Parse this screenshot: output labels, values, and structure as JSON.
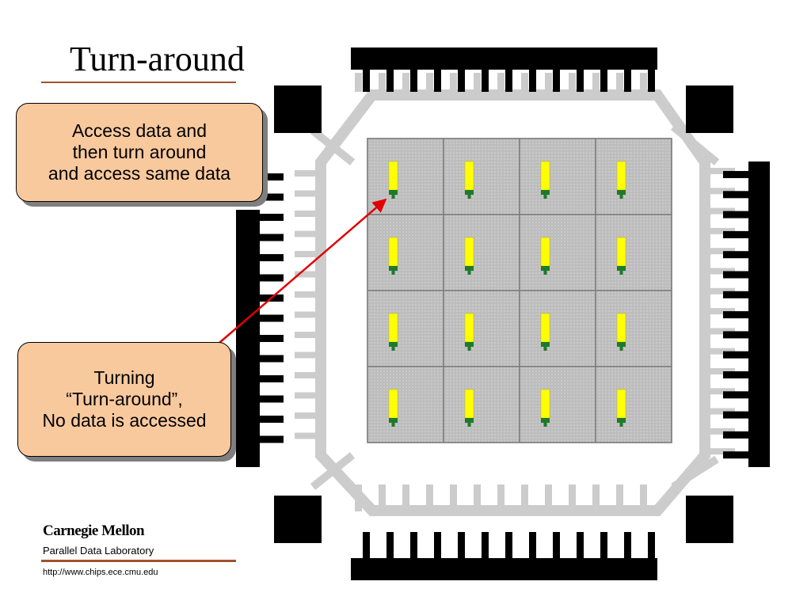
{
  "slide": {
    "title": "Turn-around"
  },
  "callouts": [
    {
      "lines": [
        "Access data and",
        "then turn around",
        "and access same data"
      ]
    },
    {
      "lines": [
        "Turning",
        "“Turn-around”,",
        "No data is accessed"
      ]
    }
  ],
  "footer": {
    "brand": "Carnegie Mellon",
    "lab": "Parallel Data Laboratory",
    "url": "http://www.chips.ece.cmu.edu"
  },
  "diagram": {
    "rows": 4,
    "cols": 4,
    "colors": {
      "pins": "#000000",
      "traces": "#cccccc",
      "grid": "#bdbdbd",
      "grid_lines": "#808080",
      "head_body": "#ffff00",
      "head_tip": "#1e7a2a",
      "arrow": "#e00000",
      "rule": "#a0522d",
      "callout_fill": "#f9c99e",
      "callout_shadow": "#7f7f7f"
    }
  }
}
